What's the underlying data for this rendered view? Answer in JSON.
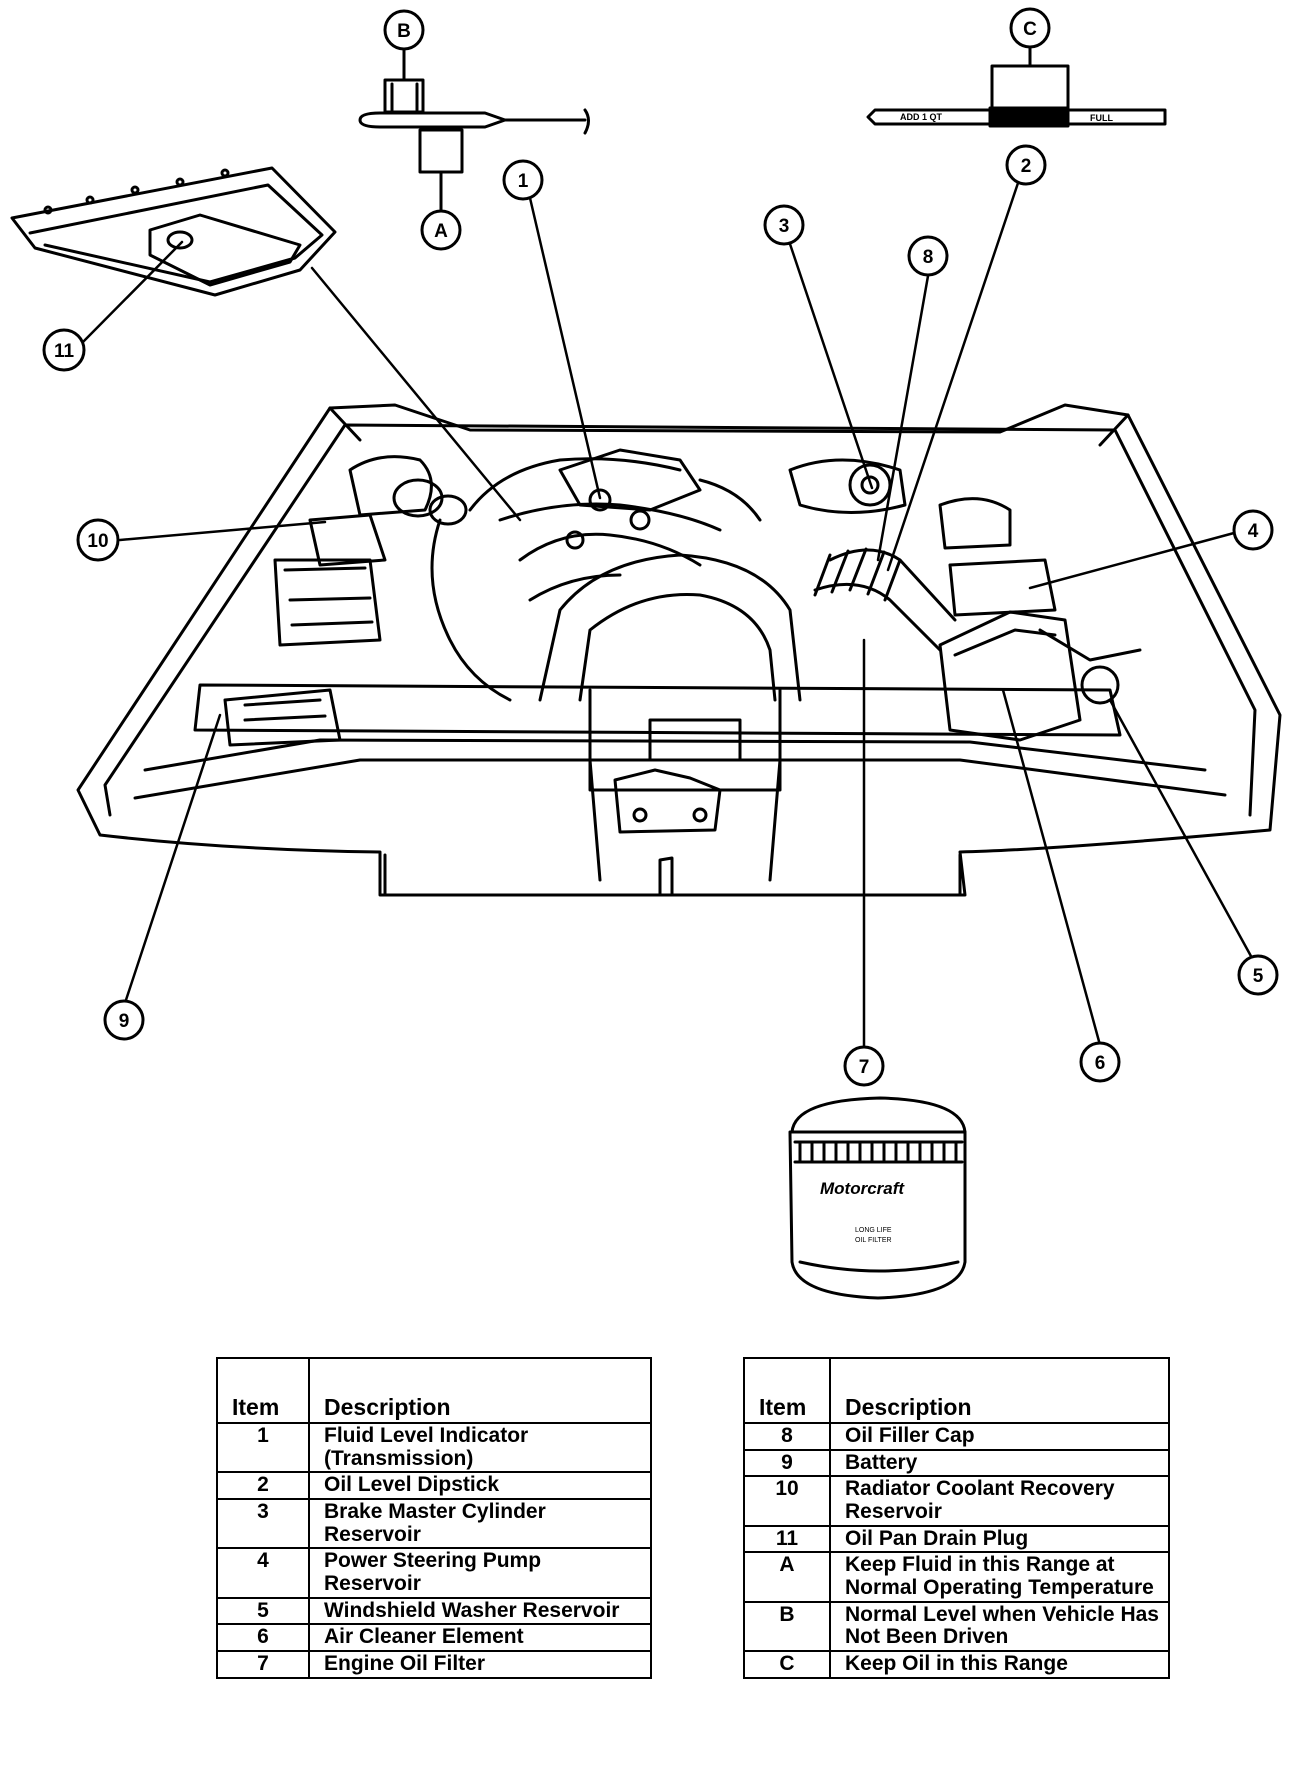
{
  "callouts": [
    {
      "label": "B"
    },
    {
      "label": "A"
    },
    {
      "label": "C"
    },
    {
      "label": "1"
    },
    {
      "label": "2"
    },
    {
      "label": "3"
    },
    {
      "label": "8"
    },
    {
      "label": "11"
    },
    {
      "label": "10"
    },
    {
      "label": "4"
    },
    {
      "label": "5"
    },
    {
      "label": "9"
    },
    {
      "label": "6"
    },
    {
      "label": "7"
    }
  ],
  "dipstick": {
    "add_label": "ADD 1 QT",
    "full_label": "FULL"
  },
  "oil_filter": {
    "brand": "Motorcraft",
    "line1": "LONG LIFE",
    "line2": "OIL FILTER"
  },
  "legend_headers": {
    "item": "Item",
    "description": "Description"
  },
  "legend_left": [
    {
      "item": "1",
      "description": "Fluid Level Indicator (Transmission)"
    },
    {
      "item": "2",
      "description": "Oil Level Dipstick"
    },
    {
      "item": "3",
      "description": "Brake Master Cylinder Reservoir"
    },
    {
      "item": "4",
      "description": "Power Steering Pump Reservoir"
    },
    {
      "item": "5",
      "description": "Windshield Washer Reservoir"
    },
    {
      "item": "6",
      "description": "Air Cleaner Element"
    },
    {
      "item": "7",
      "description": "Engine Oil Filter"
    }
  ],
  "legend_right": [
    {
      "item": "8",
      "description": "Oil Filler Cap"
    },
    {
      "item": "9",
      "description": "Battery"
    },
    {
      "item": "10",
      "description": "Radiator Coolant Recovery Reservoir"
    },
    {
      "item": "11",
      "description": "Oil Pan Drain Plug"
    },
    {
      "item": "A",
      "description": "Keep Fluid in this Range at Normal Operating Temperature"
    },
    {
      "item": "B",
      "description": "Normal Level when Vehicle Has Not Been Driven"
    },
    {
      "item": "C",
      "description": "Keep Oil in this Range"
    }
  ]
}
